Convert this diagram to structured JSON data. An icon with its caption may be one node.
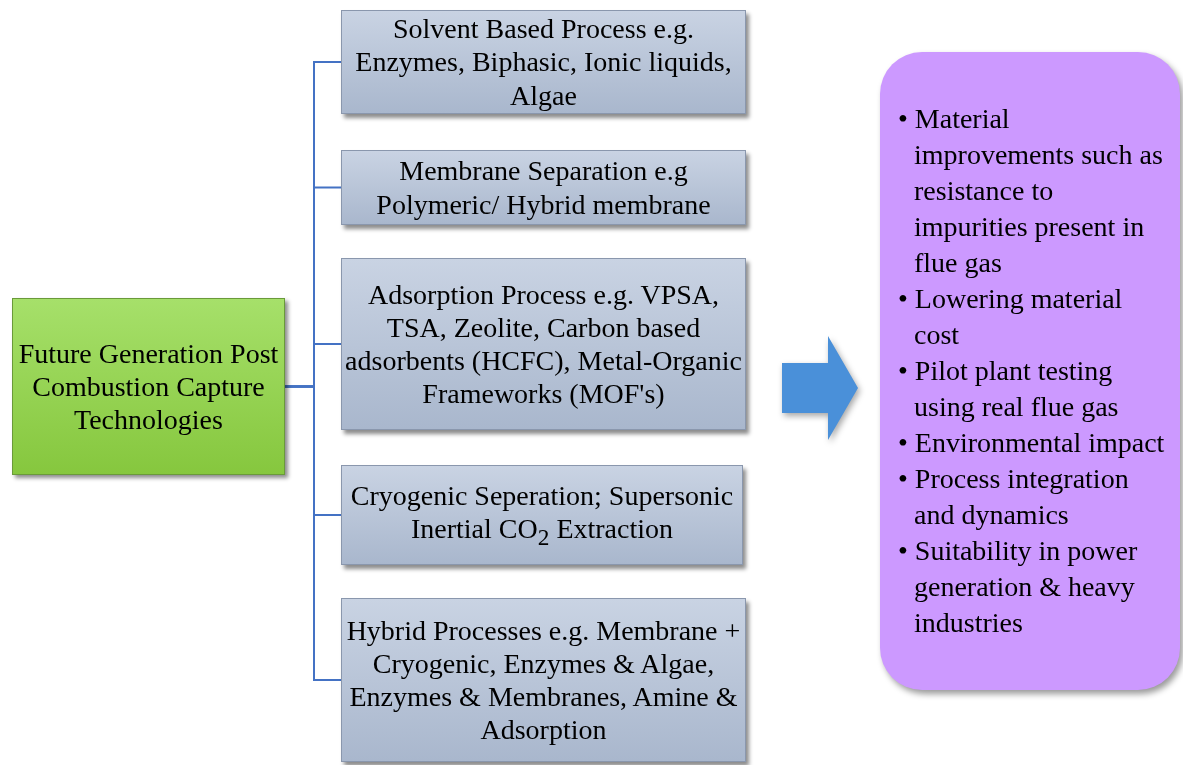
{
  "diagram": {
    "nodes": [
      {
        "text": [
          "Future Generation Post Combustion Capture Technologies"
        ]
      },
      {
        "text": [
          "Solvent Based Process e.g. Enzymes, Biphasic, Ionic liquids, Algae"
        ]
      },
      {
        "text": [
          "Membrane Separation e.g Polymeric/ Hybrid membrane"
        ]
      },
      {
        "text": [
          "Adsorption Process e.g. VPSA, TSA, Zeolite, Carbon based adsorbents (HCFC), Metal-Organic Frameworks (MOF's)"
        ]
      },
      {
        "text": [
          "Cryogenic Seperation; Supersonic Inertial CO$_{2}$ Extraction"
        ]
      },
      {
        "text": [
          "Hybrid Processes e.g. Membrane + Cryogenic, Enzymes & Algae, Enzymes & Membranes, Amine & Adsorption"
        ]
      },
      {
        "text": [
          "• Material improvements such as resistance to impurities present in flue gas",
          "• Lowering material cost",
          "• Pilot plant testing using real flue gas",
          "• Environmental impact",
          "• Process integration and dynamics",
          "• Suitability in power generation & heavy industries"
        ]
      }
    ],
    "edges": [
      {
        "from": 0,
        "to": 1,
        "arrow": "none"
      },
      {
        "from": 0,
        "to": 2,
        "arrow": "none"
      },
      {
        "from": 0,
        "to": 3,
        "arrow": "none"
      },
      {
        "from": 0,
        "to": 4,
        "arrow": "none"
      },
      {
        "from": 0,
        "to": 5,
        "arrow": "none"
      },
      {
        "from": null,
        "to": 6,
        "arrow": "to",
        "color": "#4a90d9"
      }
    ]
  }
}
